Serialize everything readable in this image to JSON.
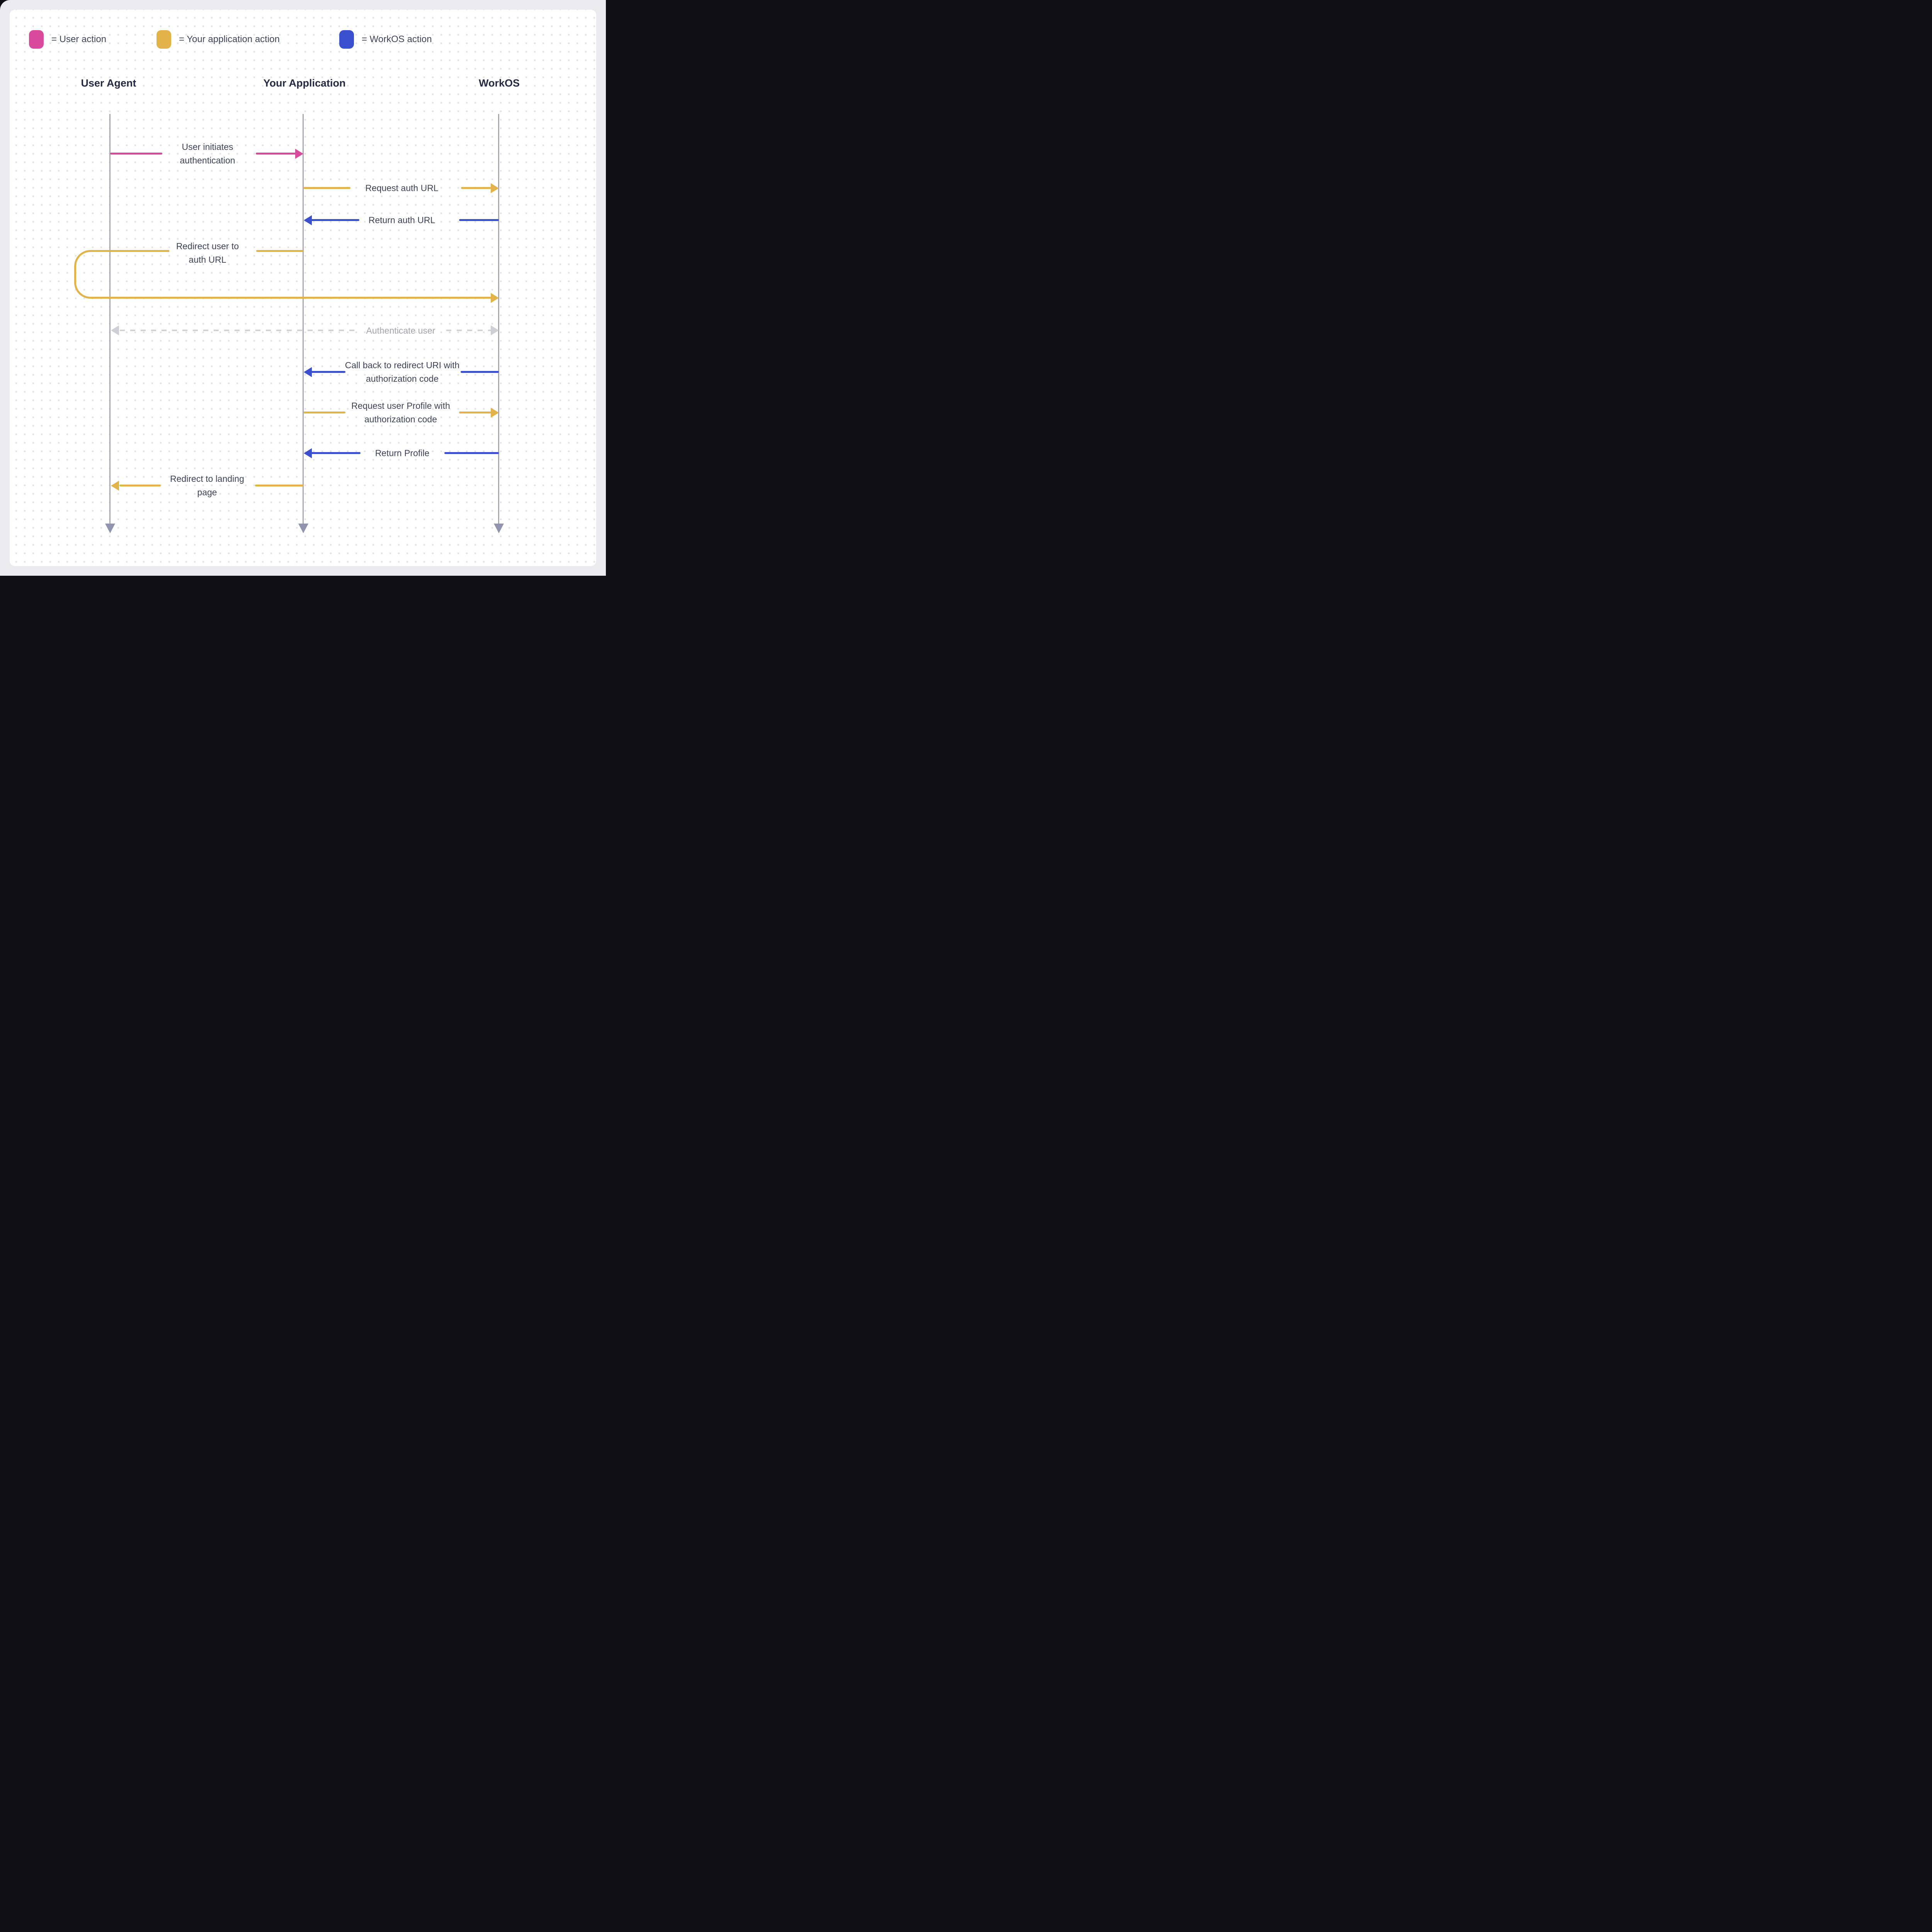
{
  "legend": {
    "items": [
      {
        "id": "user-action",
        "label": "= User action",
        "color": "#D9499C"
      },
      {
        "id": "application-action",
        "label": "= Your application action",
        "color": "#E2B349"
      },
      {
        "id": "workos-action",
        "label": "= WorkOS action",
        "color": "#3A50CE"
      }
    ]
  },
  "actors": [
    {
      "id": "user-agent",
      "label": "User Agent"
    },
    {
      "id": "your-application",
      "label": "Your Application"
    },
    {
      "id": "workos",
      "label": "WorkOS"
    }
  ],
  "messages": [
    {
      "label": "User initiates authentication",
      "from": "User Agent",
      "to": "Your Application",
      "actor": "user",
      "line": "solid",
      "direction": "right"
    },
    {
      "label": "Request auth URL",
      "from": "Your Application",
      "to": "WorkOS",
      "actor": "application",
      "line": "solid",
      "direction": "right"
    },
    {
      "label": "Return auth URL",
      "from": "WorkOS",
      "to": "Your Application",
      "actor": "workos",
      "line": "solid",
      "direction": "left"
    },
    {
      "label": "Redirect user to auth URL",
      "from": "Your Application",
      "to": "WorkOS",
      "actor": "application",
      "line": "solid",
      "direction": "right",
      "shape": "loops left around User Agent lifeline then runs to WorkOS"
    },
    {
      "label": "Authenticate user",
      "from": "User Agent",
      "to": "WorkOS",
      "actor": "neutral",
      "line": "dashed",
      "direction": "both"
    },
    {
      "label": "Call back to redirect URI with authorization code",
      "from": "WorkOS",
      "to": "Your Application",
      "actor": "workos",
      "line": "solid",
      "direction": "left"
    },
    {
      "label": "Request user Profile with authorization code",
      "from": "Your Application",
      "to": "WorkOS",
      "actor": "application",
      "line": "solid",
      "direction": "right"
    },
    {
      "label": "Return Profile",
      "from": "WorkOS",
      "to": "Your Application",
      "actor": "workos",
      "line": "solid",
      "direction": "left"
    },
    {
      "label": "Redirect to landing page",
      "from": "Your Application",
      "to": "User Agent",
      "actor": "application",
      "line": "solid",
      "direction": "left"
    }
  ],
  "colors": {
    "user_action": "#D9499C",
    "application_action": "#E2B349",
    "workos_action": "#3A50CE",
    "lifeline": "#A6A6B7",
    "lifeline_arrowhead": "#9094AE",
    "dashed_line": "#D2D2D9",
    "label_text": "#3E445A",
    "heading_text": "#252B43",
    "muted_label_text": "#A5A5AE",
    "card_background": "#FFFFFF",
    "page_background": "#EBEBEF"
  }
}
